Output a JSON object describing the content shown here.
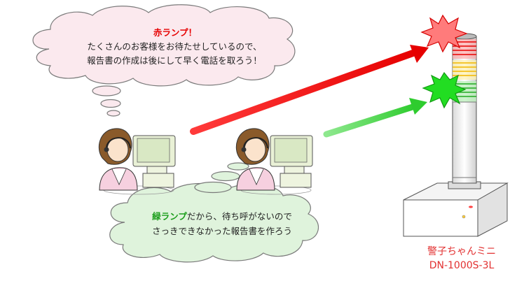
{
  "top_bubble": {
    "heading": "赤ランプ！",
    "line1": "たくさんのお客様をお待たせしているので、",
    "line2": "報告書の作成は後にして早く電話を取ろう！"
  },
  "bottom_bubble": {
    "emph": "緑ランプ",
    "line1_rest": "だから、待ち呼がないので",
    "line2": "さっきできなかった報告書を作ろう"
  },
  "device": {
    "name": "警子ちゃんミニ",
    "model": "DN-1000S-3L"
  },
  "colors": {
    "red_lamp": "#ff2020",
    "green_lamp": "#22cc22",
    "yellow_lamp": "#ffcc33"
  }
}
